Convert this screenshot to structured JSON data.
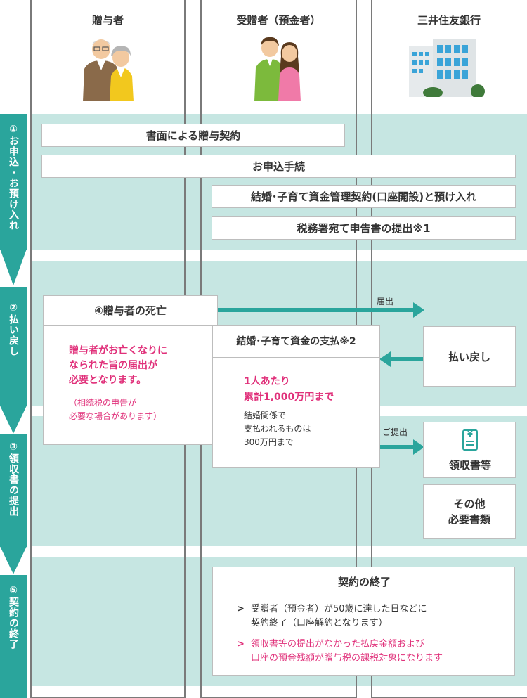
{
  "columns": {
    "donor": "贈与者",
    "recipient": "受贈者（預金者）",
    "bank": "三井住友銀行"
  },
  "steps": [
    {
      "num": "①",
      "label": "お申込・お預け入れ"
    },
    {
      "num": "②",
      "label": "払い戻し"
    },
    {
      "num": "③",
      "label": "領収書の提出"
    },
    {
      "num": "⑤",
      "label": "契約の終了"
    }
  ],
  "phase1": {
    "contract": "書面による贈与契約",
    "application": "お申込手続",
    "account": "結婚･子育て資金管理契約(口座開設)と預け入れ",
    "tax": "税務署宛て申告書の提出※1"
  },
  "death": {
    "title": "④贈与者の死亡",
    "notice_lines": [
      "贈与者がお亡くなりに",
      "なられた旨の届出が",
      "必要となります。"
    ],
    "note_lines": [
      "（相続税の申告が",
      "必要な場合があります）"
    ]
  },
  "arrows": {
    "notify": "届出",
    "submit": "ご提出"
  },
  "payment": {
    "title": "結婚･子育て資金の支払※2",
    "limit_lines": [
      "1人あたり",
      "累計1,000万円まで"
    ],
    "marriage_lines": [
      "結婚関係で",
      "支払われるものは",
      "300万円まで"
    ]
  },
  "bank_boxes": {
    "refund": "払い戻し",
    "receipt": "領収書等",
    "receipt_icon": "¥",
    "other_lines": [
      "その他",
      "必要書類"
    ]
  },
  "termination": {
    "title": "契約の終了",
    "item1_lines": [
      "受贈者（預金者）が50歳に達した日などに",
      "契約終了（口座解約となります）"
    ],
    "item2_lines": [
      "領収書等の提出がなかった払戻金額および",
      "口座の預金残額が贈与税の課税対象になります"
    ]
  },
  "colors": {
    "band": "#c6e6e2",
    "sidebar": "#2aa59c",
    "arrow": "#2aa59c",
    "accent": "#e0307a"
  }
}
